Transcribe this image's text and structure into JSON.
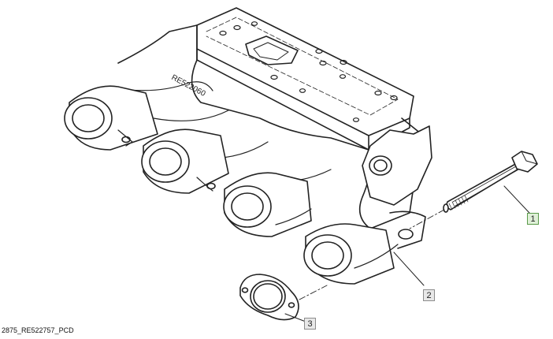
{
  "diagram": {
    "part_marking": "RE522060",
    "callouts": [
      {
        "label": "1",
        "part": "bolt"
      },
      {
        "label": "2",
        "part": "intake-manifold"
      },
      {
        "label": "3",
        "part": "gasket"
      }
    ],
    "caption": "2875_RE522757_PCD",
    "colors": {
      "line": "#222222",
      "callout_highlight_fill": "#dff0d8",
      "callout_highlight_border": "#5a9a4a",
      "callout_fill": "#e8e8e8",
      "callout_border": "#8c8c8c"
    }
  }
}
